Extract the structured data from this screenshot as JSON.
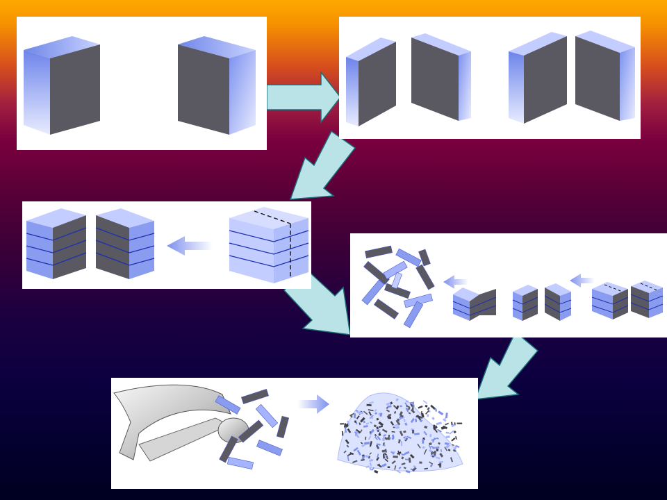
{
  "colors": {
    "background_top": "#ffa800",
    "background_bottom": "#000020",
    "panel": "#ffffff",
    "block_face": "#5a5860",
    "block_side": "#8a9cf0",
    "block_highlight": "#e6eaff",
    "flow_arrow": "#b9e3e6",
    "flow_arrow_outline": "#1b6e78"
  },
  "diagram": {
    "steps": [
      {
        "id": "whole-blocks",
        "count": 2
      },
      {
        "id": "split-slabs",
        "count": 4
      },
      {
        "id": "layered-slices"
      },
      {
        "id": "cut-pieces"
      },
      {
        "id": "crushed-fragments"
      }
    ],
    "icons": [
      "flow-arrow",
      "hammer-icon"
    ]
  }
}
